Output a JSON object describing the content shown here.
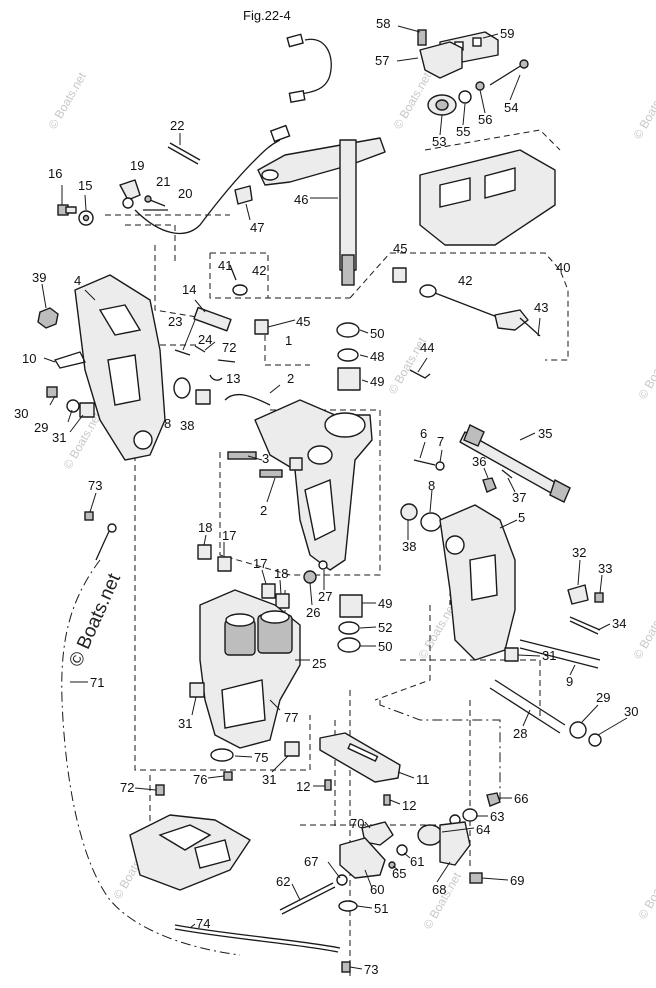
{
  "figure": {
    "title": "Fig.22-4"
  },
  "watermark": {
    "text": "© Boats.net"
  },
  "callouts": [
    {
      "id": "58",
      "label": "58"
    },
    {
      "id": "59",
      "label": "59"
    },
    {
      "id": "57",
      "label": "57"
    },
    {
      "id": "54",
      "label": "54"
    },
    {
      "id": "53",
      "label": "53"
    },
    {
      "id": "55",
      "label": "55"
    },
    {
      "id": "56",
      "label": "56"
    },
    {
      "id": "22",
      "label": "22"
    },
    {
      "id": "19",
      "label": "19"
    },
    {
      "id": "21",
      "label": "21"
    },
    {
      "id": "20",
      "label": "20"
    },
    {
      "id": "16",
      "label": "16"
    },
    {
      "id": "15",
      "label": "15"
    },
    {
      "id": "46",
      "label": "46"
    },
    {
      "id": "47",
      "label": "47"
    },
    {
      "id": "45a",
      "label": "45"
    },
    {
      "id": "40",
      "label": "40"
    },
    {
      "id": "41",
      "label": "41"
    },
    {
      "id": "42a",
      "label": "42"
    },
    {
      "id": "42b",
      "label": "42"
    },
    {
      "id": "39",
      "label": "39"
    },
    {
      "id": "4",
      "label": "4"
    },
    {
      "id": "14",
      "label": "14"
    },
    {
      "id": "45b",
      "label": "45"
    },
    {
      "id": "43",
      "label": "43"
    },
    {
      "id": "23",
      "label": "23"
    },
    {
      "id": "24",
      "label": "24"
    },
    {
      "id": "72a",
      "label": "72"
    },
    {
      "id": "1",
      "label": "1"
    },
    {
      "id": "50a",
      "label": "50"
    },
    {
      "id": "48",
      "label": "48"
    },
    {
      "id": "10",
      "label": "10"
    },
    {
      "id": "13",
      "label": "13"
    },
    {
      "id": "2a",
      "label": "2"
    },
    {
      "id": "49a",
      "label": "49"
    },
    {
      "id": "44",
      "label": "44"
    },
    {
      "id": "30a",
      "label": "30"
    },
    {
      "id": "29a",
      "label": "29"
    },
    {
      "id": "31a",
      "label": "31"
    },
    {
      "id": "8a",
      "label": "8"
    },
    {
      "id": "38a",
      "label": "38"
    },
    {
      "id": "6",
      "label": "6"
    },
    {
      "id": "7",
      "label": "7"
    },
    {
      "id": "35",
      "label": "35"
    },
    {
      "id": "3",
      "label": "3"
    },
    {
      "id": "36",
      "label": "36"
    },
    {
      "id": "37",
      "label": "37"
    },
    {
      "id": "73a",
      "label": "73"
    },
    {
      "id": "2b",
      "label": "2"
    },
    {
      "id": "8b",
      "label": "8"
    },
    {
      "id": "5",
      "label": "5"
    },
    {
      "id": "18a",
      "label": "18"
    },
    {
      "id": "17a",
      "label": "17"
    },
    {
      "id": "38b",
      "label": "38"
    },
    {
      "id": "32",
      "label": "32"
    },
    {
      "id": "33",
      "label": "33"
    },
    {
      "id": "17b",
      "label": "17"
    },
    {
      "id": "18b",
      "label": "18"
    },
    {
      "id": "27",
      "label": "27"
    },
    {
      "id": "26",
      "label": "26"
    },
    {
      "id": "49b",
      "label": "49"
    },
    {
      "id": "52",
      "label": "52"
    },
    {
      "id": "34",
      "label": "34"
    },
    {
      "id": "50b",
      "label": "50"
    },
    {
      "id": "25",
      "label": "25"
    },
    {
      "id": "31b",
      "label": "31"
    },
    {
      "id": "9",
      "label": "9"
    },
    {
      "id": "71",
      "label": "71"
    },
    {
      "id": "29b",
      "label": "29"
    },
    {
      "id": "30b",
      "label": "30"
    },
    {
      "id": "31c",
      "label": "31"
    },
    {
      "id": "77",
      "label": "77"
    },
    {
      "id": "28",
      "label": "28"
    },
    {
      "id": "75",
      "label": "75"
    },
    {
      "id": "76",
      "label": "76"
    },
    {
      "id": "31d",
      "label": "31"
    },
    {
      "id": "11",
      "label": "11"
    },
    {
      "id": "12a",
      "label": "12"
    },
    {
      "id": "72b",
      "label": "72"
    },
    {
      "id": "66",
      "label": "66"
    },
    {
      "id": "12b",
      "label": "12"
    },
    {
      "id": "63",
      "label": "63"
    },
    {
      "id": "70",
      "label": "70"
    },
    {
      "id": "64",
      "label": "64"
    },
    {
      "id": "61",
      "label": "61"
    },
    {
      "id": "65",
      "label": "65"
    },
    {
      "id": "67",
      "label": "67"
    },
    {
      "id": "69",
      "label": "69"
    },
    {
      "id": "62",
      "label": "62"
    },
    {
      "id": "60",
      "label": "60"
    },
    {
      "id": "68",
      "label": "68"
    },
    {
      "id": "51",
      "label": "51"
    },
    {
      "id": "74",
      "label": "74"
    },
    {
      "id": "73b",
      "label": "73"
    }
  ]
}
